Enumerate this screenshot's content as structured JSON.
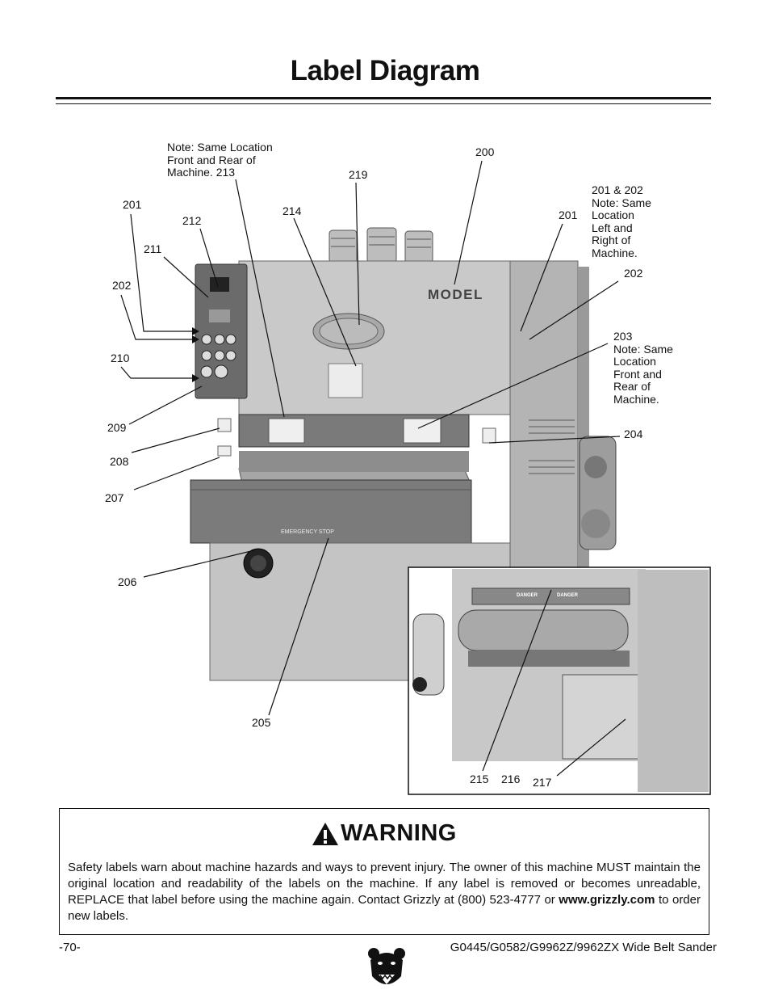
{
  "page": {
    "title": "Label Diagram",
    "page_number": "-70-",
    "model_footer": "G0445/G0582/G9962Z/9962ZX Wide Belt Sander"
  },
  "diagram": {
    "machine_plate": "MODEL",
    "emergency_label": "EMERGENCY STOP",
    "inset_labels": [
      "DANGER",
      "DANGER"
    ],
    "callouts": {
      "note_213": "Note: Same Location\nFront and Rear of\nMachine. 213",
      "c200": "200",
      "c219": "219",
      "c201_202_note": "201 & 202\nNote: Same\nLocation\nLeft and\nRight of\nMachine.",
      "c201_left": "201",
      "c212": "212",
      "c214": "214",
      "c201_right": "201",
      "c211": "211",
      "c202_left": "202",
      "c202_right": "202",
      "c203_note": "203\nNote: Same\nLocation\nFront and\nRear of\nMachine.",
      "c210": "210",
      "c209": "209",
      "c204": "204",
      "c208": "208",
      "c207": "207",
      "c206": "206",
      "c205": "205",
      "c215": "215",
      "c216": "216",
      "c217": "217"
    }
  },
  "warning": {
    "heading": "WARNING",
    "body_before_link": "Safety labels warn about machine hazards and ways to prevent injury. The owner of this machine MUST maintain the original location and readability of the labels on the machine. If any label is removed or becomes unreadable, REPLACE that label before using the machine again. Contact Grizzly at (800) 523-4777 or ",
    "link": "www.grizzly.com",
    "body_after_link": " to order new labels."
  },
  "icons": [
    "warning-triangle-icon",
    "grizzly-bear-logo"
  ]
}
